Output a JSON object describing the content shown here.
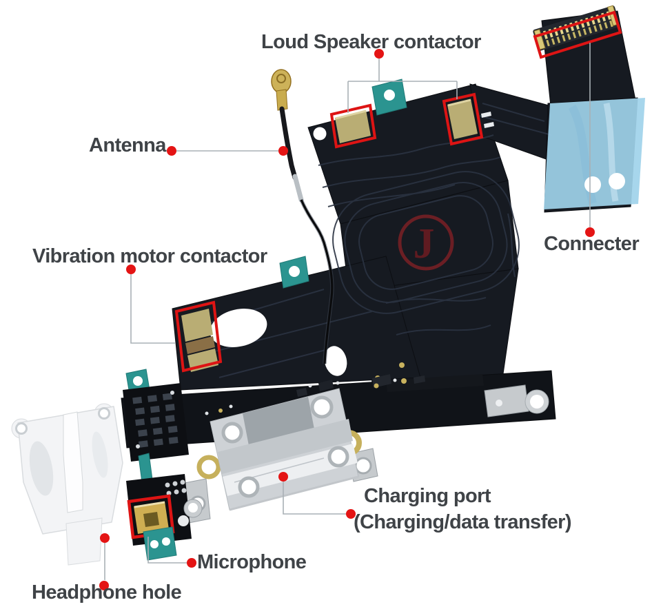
{
  "meta": {
    "title": "iPhone charging port flex cable assembly - annotated parts photo",
    "background": "#ffffff"
  },
  "labels": {
    "loud_speaker": {
      "text": "Loud Speaker contactor"
    },
    "antenna": {
      "text": "Antenna"
    },
    "vibration": {
      "text": "Vibration motor contactor"
    },
    "connecter": {
      "text": "Connecter"
    },
    "charging_port": {
      "line1": "Charging port",
      "line2": "(Charging/data transfer)"
    },
    "microphone": {
      "text": "Microphone"
    },
    "headphone": {
      "text": "Headphone hole"
    }
  },
  "watermark": {
    "letter": "J"
  },
  "palette": {
    "label_text": "#3f4347",
    "accent_red": "#e41414",
    "highlight_box_red": "#dd1414",
    "leader_line": "#a9b0b5",
    "flex_board_dark": "#161a21",
    "trace_line": "#2b3342",
    "adhesive_teal": "#2b9490",
    "film_blue": "#9fd3ea",
    "contact_gold": "#b9ad74",
    "connector_pin_gold": "#e7d88e",
    "port_silver": "#ced2d6",
    "plastic_white": "#f3f4f6",
    "watermark_red": "#7a2025"
  }
}
